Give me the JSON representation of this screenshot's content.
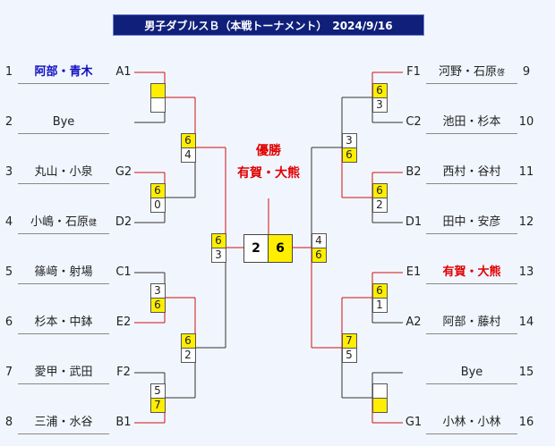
{
  "title": "男子ダブルスＢ（本戦トーナメント）　2024/9/16",
  "champion": {
    "label": "優勝",
    "name": "有賀・大熊"
  },
  "final": {
    "left_score": "2",
    "right_score": "6"
  },
  "left_entries": [
    {
      "num": "1",
      "name": "阿部・青木",
      "code": "A1",
      "style": "blue"
    },
    {
      "num": "2",
      "name": "Bye",
      "code": "",
      "style": ""
    },
    {
      "num": "3",
      "name": "丸山・小泉",
      "code": "G2",
      "style": ""
    },
    {
      "num": "4",
      "name": "小嶋・石原",
      "code": "D2",
      "style": "",
      "suffix": "健"
    },
    {
      "num": "5",
      "name": "篠﨑・射場",
      "code": "C1",
      "style": ""
    },
    {
      "num": "6",
      "name": "杉本・中鉢",
      "code": "E2",
      "style": ""
    },
    {
      "num": "7",
      "name": "愛甲・武田",
      "code": "F2",
      "style": ""
    },
    {
      "num": "8",
      "name": "三浦・水谷",
      "code": "B1",
      "style": ""
    }
  ],
  "right_entries": [
    {
      "num": "9",
      "name": "河野・石原",
      "code": "F1",
      "style": "",
      "suffix": "啓"
    },
    {
      "num": "10",
      "name": "池田・杉本",
      "code": "C2",
      "style": ""
    },
    {
      "num": "11",
      "name": "西村・谷村",
      "code": "B2",
      "style": ""
    },
    {
      "num": "12",
      "name": "田中・安彦",
      "code": "D1",
      "style": ""
    },
    {
      "num": "13",
      "name": "有賀・大熊",
      "code": "E1",
      "style": "win"
    },
    {
      "num": "14",
      "name": "阿部・藤村",
      "code": "A2",
      "style": ""
    },
    {
      "num": "15",
      "name": "Bye",
      "code": "",
      "style": ""
    },
    {
      "num": "16",
      "name": "小林・小林",
      "code": "G1",
      "style": ""
    }
  ],
  "left_r1": [
    {
      "top": "",
      "bottom": "",
      "winner": "top"
    },
    {
      "top": "6",
      "bottom": "0",
      "winner": "top"
    },
    {
      "top": "3",
      "bottom": "6",
      "winner": "bottom"
    },
    {
      "top": "5",
      "bottom": "7",
      "winner": "bottom"
    }
  ],
  "left_r2": [
    {
      "top": "6",
      "bottom": "4",
      "winner": "top"
    },
    {
      "top": "6",
      "bottom": "2",
      "winner": "top"
    }
  ],
  "left_r3": {
    "top": "6",
    "bottom": "3",
    "winner": "top"
  },
  "right_r1": [
    {
      "top": "6",
      "bottom": "3",
      "winner": "top"
    },
    {
      "top": "6",
      "bottom": "2",
      "winner": "top"
    },
    {
      "top": "6",
      "bottom": "1",
      "winner": "top"
    },
    {
      "top": "",
      "bottom": "",
      "winner": "bottom"
    }
  ],
  "right_r2": [
    {
      "top": "3",
      "bottom": "6",
      "winner": "bottom"
    },
    {
      "top": "7",
      "bottom": "5",
      "winner": "top"
    }
  ],
  "right_r3": {
    "top": "4",
    "bottom": "6",
    "winner": "bottom"
  },
  "colors": {
    "win_line": "#d01010",
    "line": "#333333",
    "win_fill": "#ffee00",
    "title_bg": "#10207a"
  }
}
